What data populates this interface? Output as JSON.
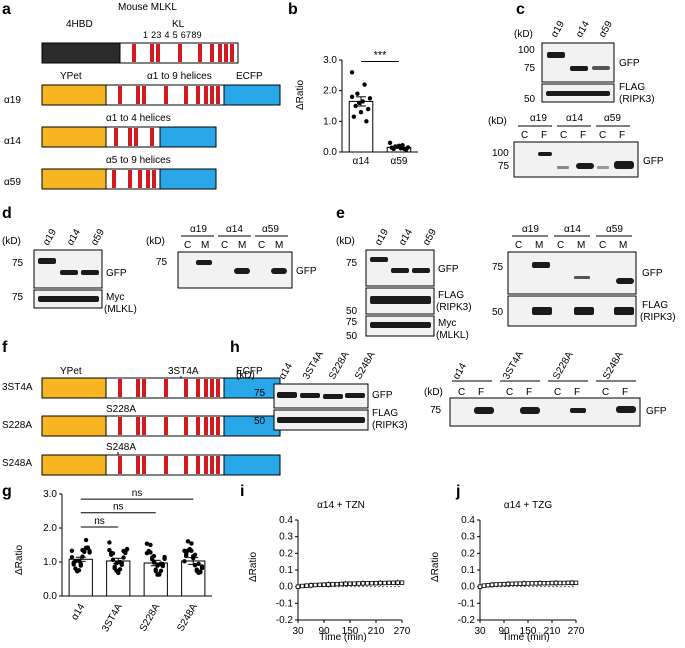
{
  "panels": [
    "a",
    "b",
    "c",
    "d",
    "e",
    "f",
    "g",
    "h",
    "i",
    "j"
  ],
  "a": {
    "title": "Mouse MLKL",
    "domain_4hbd": "4HBD",
    "domain_kl": "KL",
    "helix_numbers": "1 23 4 5 6789",
    "ypet": "YPet",
    "ecfp": "ECFP",
    "a19_desc": "α1 to 9 helices",
    "a14_desc": "α1 to 4 helices",
    "a59_desc": "α5 to 9 helices",
    "constructs": [
      "α19",
      "α14",
      "α59"
    ]
  },
  "b": {
    "ylabel": "ΔRatio",
    "sig": "***",
    "yticks": [
      "3.0",
      "2.0",
      "1.0",
      "0.0"
    ]
  },
  "c": {
    "kd": "(kD)",
    "lanes_top": [
      "α19",
      "α14",
      "α59"
    ],
    "mw_top": [
      "100",
      "75",
      "50"
    ],
    "gfp": "GFP",
    "flag": "FLAG",
    "ripk3": "(RIPK3)",
    "lanes_cf": [
      "C",
      "F",
      "C",
      "F",
      "C",
      "F"
    ],
    "mw_bottom": [
      "100",
      "75"
    ]
  },
  "d": {
    "kd": "(kD)",
    "lanes": [
      "α19",
      "α14",
      "α59"
    ],
    "mw": [
      "75",
      "75"
    ],
    "gfp": "GFP",
    "myc": "Myc",
    "mlkl": "(MLKL)",
    "lanes_cm": [
      "C",
      "M",
      "C",
      "M",
      "C",
      "M"
    ],
    "mw_right": "75"
  },
  "e": {
    "kd": "(kD)",
    "lanes": [
      "α19",
      "α14",
      "α59"
    ],
    "mw": [
      "75",
      "50",
      "75",
      "50"
    ],
    "gfp": "GFP",
    "flag": "FLAG",
    "ripk3": "(RIPK3)",
    "myc": "Myc",
    "mlkl": "(MLKL)",
    "lanes_cm": [
      "C",
      "M",
      "C",
      "M",
      "C",
      "M"
    ],
    "mw_right": [
      "75",
      "50"
    ]
  },
  "f": {
    "ypet": "YPet",
    "ecfp": "ECFP",
    "mut1": "3ST4A",
    "rows": [
      "3ST4A",
      "S228A",
      "S248A"
    ],
    "mut2": "S228A",
    "mut3": "S248A"
  },
  "g": {
    "ylabel": "ΔRatio",
    "ns": "ns",
    "yticks": [
      "3.0",
      "2.0",
      "1.0",
      "0.0"
    ],
    "categories": [
      "α14",
      "3ST4A",
      "S228A",
      "S248A"
    ]
  },
  "h": {
    "kd": "(kD)",
    "lanes": [
      "α14",
      "3ST4A",
      "S228A",
      "S248A"
    ],
    "mw": [
      "75",
      "50"
    ],
    "gfp": "GFP",
    "flag": "FLAG",
    "ripk3": "(RIPK3)",
    "lanes_cf": [
      "C",
      "F",
      "C",
      "F",
      "C",
      "F",
      "C",
      "F"
    ],
    "mw_right": "75"
  },
  "i": {
    "title": "α14 + TZN",
    "xlabel": "Time (min)",
    "ylabel": "ΔRatio"
  },
  "j": {
    "title": "α14 + TZG",
    "xlabel": "Time (min)",
    "ylabel": "ΔRatio"
  },
  "chart_data": [
    {
      "type": "bar",
      "categories": [
        "α14",
        "α59"
      ],
      "values": [
        1.65,
        0.15
      ],
      "errors": [
        0.15,
        0.03
      ],
      "points": [
        [
          2.6,
          2.2,
          1.9,
          1.75,
          1.65,
          1.5,
          1.4,
          1.3,
          1.15,
          1.0,
          1.6,
          1.8
        ],
        [
          0.3,
          0.22,
          0.18,
          0.15,
          0.12,
          0.1,
          0.08,
          0.2,
          0.14,
          0.1
        ]
      ],
      "ylabel": "ΔRatio",
      "ylim": [
        0,
        3
      ],
      "annotations": [
        "***"
      ]
    },
    {
      "type": "bar",
      "categories": [
        "α14",
        "3ST4A",
        "S228A",
        "S248A"
      ],
      "values": [
        1.08,
        1.03,
        0.97,
        1.03
      ],
      "errors": [
        0.06,
        0.08,
        0.08,
        0.1
      ],
      "ylabel": "ΔRatio",
      "ylim": [
        0,
        3
      ],
      "annotations": [
        "ns",
        "ns",
        "ns"
      ]
    },
    {
      "type": "line",
      "x": [
        30,
        40,
        50,
        60,
        70,
        80,
        90,
        100,
        110,
        120,
        130,
        140,
        150,
        160,
        170,
        180,
        190,
        200,
        210,
        220,
        230,
        240,
        250,
        260,
        270
      ],
      "values": [
        0,
        0.004,
        0.006,
        0.008,
        0.01,
        0.011,
        0.012,
        0.013,
        0.014,
        0.015,
        0.016,
        0.017,
        0.018,
        0.018,
        0.019,
        0.02,
        0.02,
        0.021,
        0.021,
        0.022,
        0.022,
        0.023,
        0.023,
        0.024,
        0.024
      ],
      "xlabel": "Time (min)",
      "ylabel": "ΔRatio",
      "xticks": [
        30,
        90,
        150,
        210,
        270
      ],
      "yticks": [
        0.4,
        0.3,
        0.2,
        0.1,
        0.0,
        -0.1,
        -0.2
      ],
      "xlim": [
        30,
        270
      ],
      "ylim": [
        -0.2,
        0.4
      ],
      "title": "α14 + TZN"
    },
    {
      "type": "line",
      "x": [
        30,
        40,
        50,
        60,
        70,
        80,
        90,
        100,
        110,
        120,
        130,
        140,
        150,
        160,
        170,
        180,
        190,
        200,
        210,
        220,
        230,
        240,
        250,
        260,
        270
      ],
      "values": [
        0,
        0.006,
        0.009,
        0.011,
        0.013,
        0.014,
        0.015,
        0.016,
        0.017,
        0.018,
        0.018,
        0.019,
        0.019,
        0.02,
        0.02,
        0.021,
        0.021,
        0.021,
        0.022,
        0.022,
        0.022,
        0.022,
        0.023,
        0.023,
        0.023
      ],
      "xlabel": "Time (min)",
      "ylabel": "ΔRatio",
      "xticks": [
        30,
        90,
        150,
        210,
        270
      ],
      "yticks": [
        0.4,
        0.3,
        0.2,
        0.1,
        0.0,
        -0.1,
        -0.2
      ],
      "xlim": [
        30,
        270
      ],
      "ylim": [
        -0.2,
        0.4
      ],
      "title": "α14 + TZG"
    }
  ]
}
